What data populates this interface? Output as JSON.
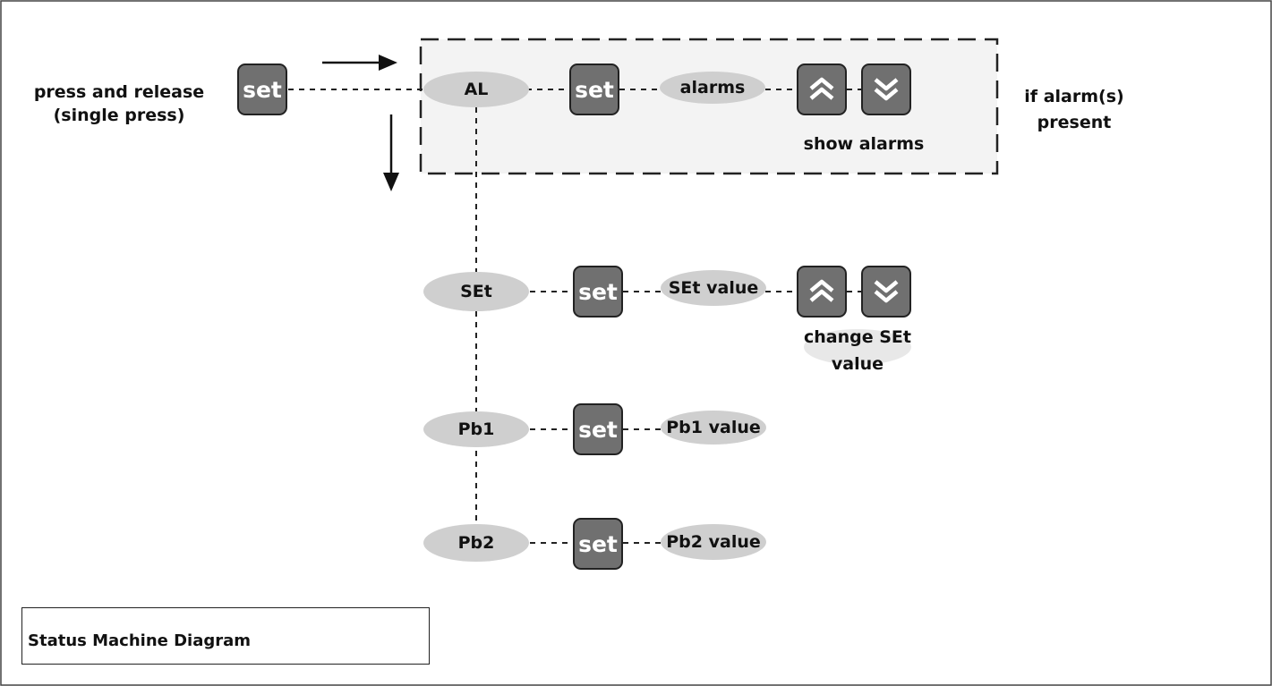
{
  "diagram": {
    "intro_label_line1": "press and release",
    "intro_label_line2": "(single press)",
    "alarm_condition_line1": "if alarm(s)",
    "alarm_condition_line2": "present",
    "key_label": "set",
    "states": {
      "al": "AL",
      "set": "SEt",
      "pb1": "Pb1",
      "pb2": "Pb2"
    },
    "values": {
      "alarms": "alarms",
      "set_value": "SEt value",
      "pb1_value": "Pb1 value",
      "pb2_value": "Pb2 value"
    },
    "notes": {
      "show_alarms": "show alarms",
      "change_set_line1": "change SEt",
      "change_set_line2": "value"
    },
    "caption": "Status Machine Diagram"
  },
  "colors": {
    "ellipse_fill": "#cfcfcf",
    "key_fill": "#707070",
    "dashed_box_fill": "#f3f3f3",
    "line": "#222222"
  }
}
